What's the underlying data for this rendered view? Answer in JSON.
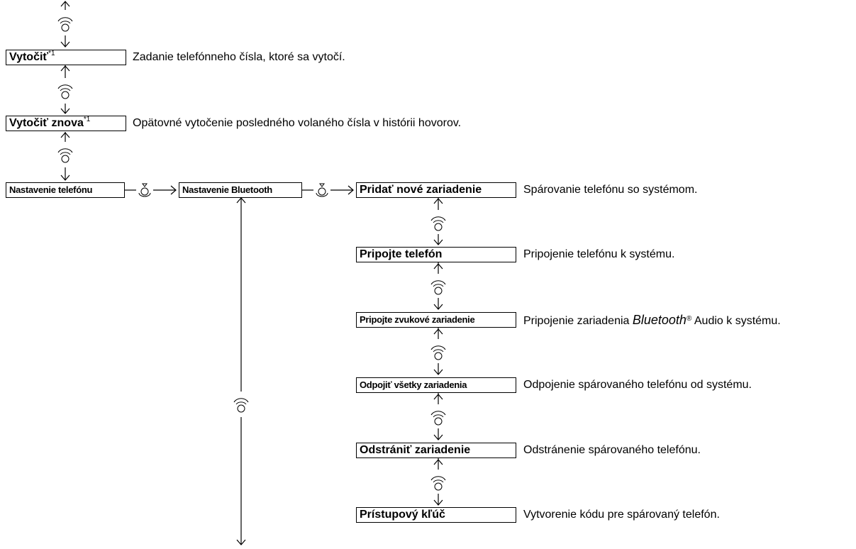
{
  "menu": {
    "dial": {
      "label": "Vytočiť",
      "footnote": "*1",
      "description": "Zadanie telefónneho čísla, ktoré sa vytočí."
    },
    "redial": {
      "label": "Vytočiť znova",
      "footnote": "*1",
      "description": "Opätovné vytočenie posledného volaného čísla v histórii hovorov."
    },
    "phone_settings": {
      "label": "Nastavenie telefónu"
    },
    "bluetooth_settings": {
      "label": "Nastavenie Bluetooth"
    }
  },
  "submenu": [
    {
      "label": "Pridať nové zariadenie",
      "description": "Spárovanie telefónu so systémom."
    },
    {
      "label": "Pripojte telefón",
      "description": "Pripojenie telefónu k systému."
    },
    {
      "label": "Pripojte zvukové zariadenie",
      "description_prefix": "Pripojenie zariadenia ",
      "description_brand": "Bluetooth",
      "description_reg": "®",
      "description_suffix": " Audio k systému."
    },
    {
      "label": "Odpojiť všetky zariadenia",
      "description": "Odpojenie spárovaného telefónu od systému."
    },
    {
      "label": "Odstrániť zariadenie",
      "description": "Odstránenie spárovaného telefónu."
    },
    {
      "label": "Prístupový kľúč",
      "description": "Vytvorenie kódu pre spárovaný telefón."
    }
  ],
  "icons": {
    "rotate": "rotate-knob-icon",
    "press": "press-knob-icon"
  }
}
